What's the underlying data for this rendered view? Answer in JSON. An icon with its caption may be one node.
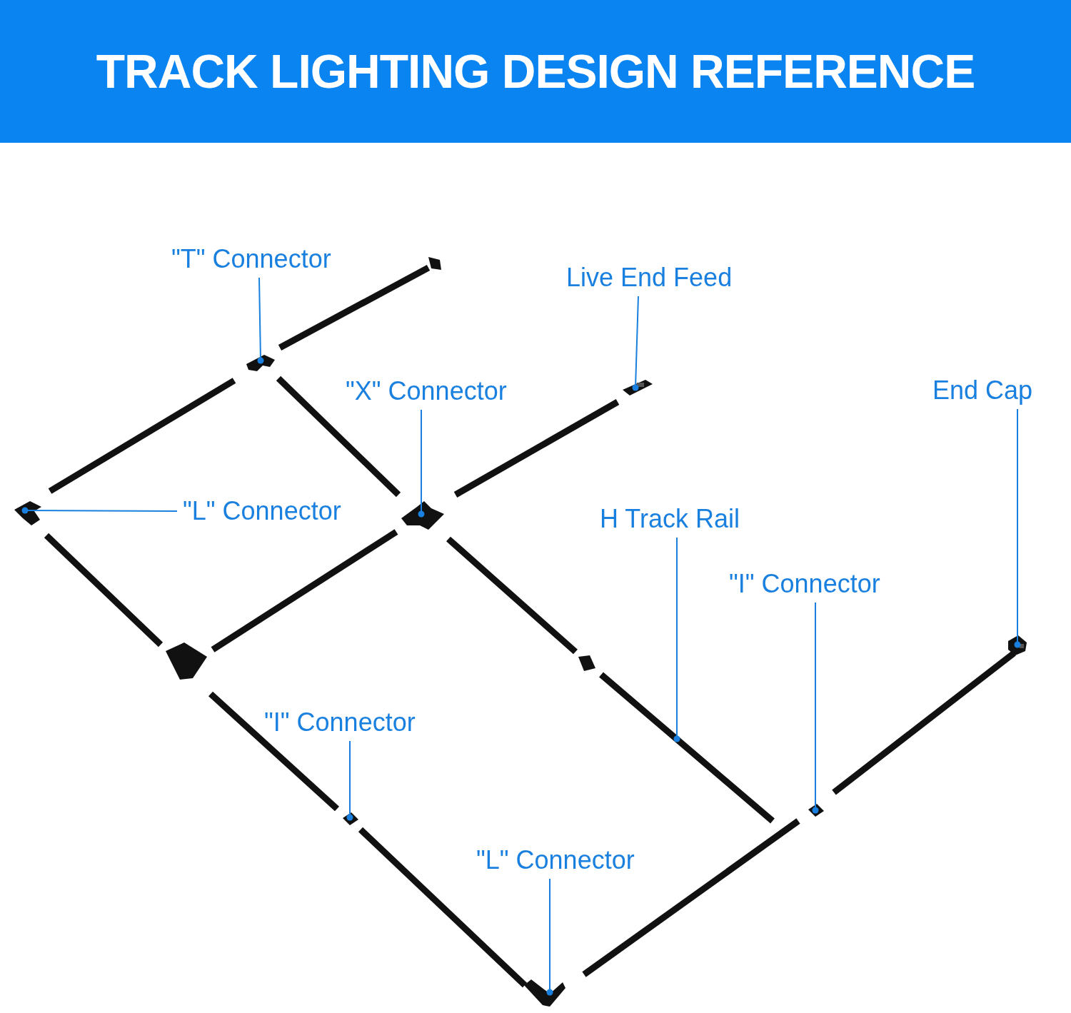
{
  "diagram": {
    "title": "TRACK LIGHTING DESIGN REFERENCE",
    "nodes": [
      {
        "text": [
          "\"T\" Connector"
        ]
      },
      {
        "text": [
          "Live End Feed"
        ]
      },
      {
        "text": [
          "\"X\" Connector"
        ]
      },
      {
        "text": [
          "End Cap"
        ]
      },
      {
        "text": [
          "\"L\" Connector"
        ]
      },
      {
        "text": [
          "H Track Rail"
        ]
      },
      {
        "text": [
          "\"I\" Connector"
        ]
      },
      {
        "text": [
          "\"I\" Connector"
        ]
      },
      {
        "text": [
          "\"L\" Connector"
        ]
      },
      {
        "text": [],
        "shape": "picture"
      },
      {
        "text": [],
        "shape": "picture"
      },
      {
        "text": [],
        "shape": "picture"
      },
      {
        "text": [],
        "shape": "picture"
      },
      {
        "text": [],
        "shape": "picture"
      },
      {
        "text": [],
        "shape": "picture"
      },
      {
        "text": [],
        "shape": "picture"
      },
      {
        "text": [],
        "shape": "picture"
      },
      {
        "text": [],
        "shape": "picture"
      }
    ],
    "edges": [
      {
        "from": 0,
        "to": 9,
        "arrow": "other"
      },
      {
        "from": 1,
        "to": 10,
        "arrow": "other"
      },
      {
        "from": 2,
        "to": 11,
        "arrow": "other"
      },
      {
        "from": 3,
        "to": 12,
        "arrow": "other"
      },
      {
        "from": 4,
        "to": 13,
        "arrow": "other"
      },
      {
        "from": 5,
        "to": 14,
        "arrow": "other"
      },
      {
        "from": 6,
        "to": 15,
        "arrow": "other"
      },
      {
        "from": 7,
        "to": 16,
        "arrow": "other"
      },
      {
        "from": 8,
        "to": 17,
        "arrow": "other"
      }
    ]
  }
}
